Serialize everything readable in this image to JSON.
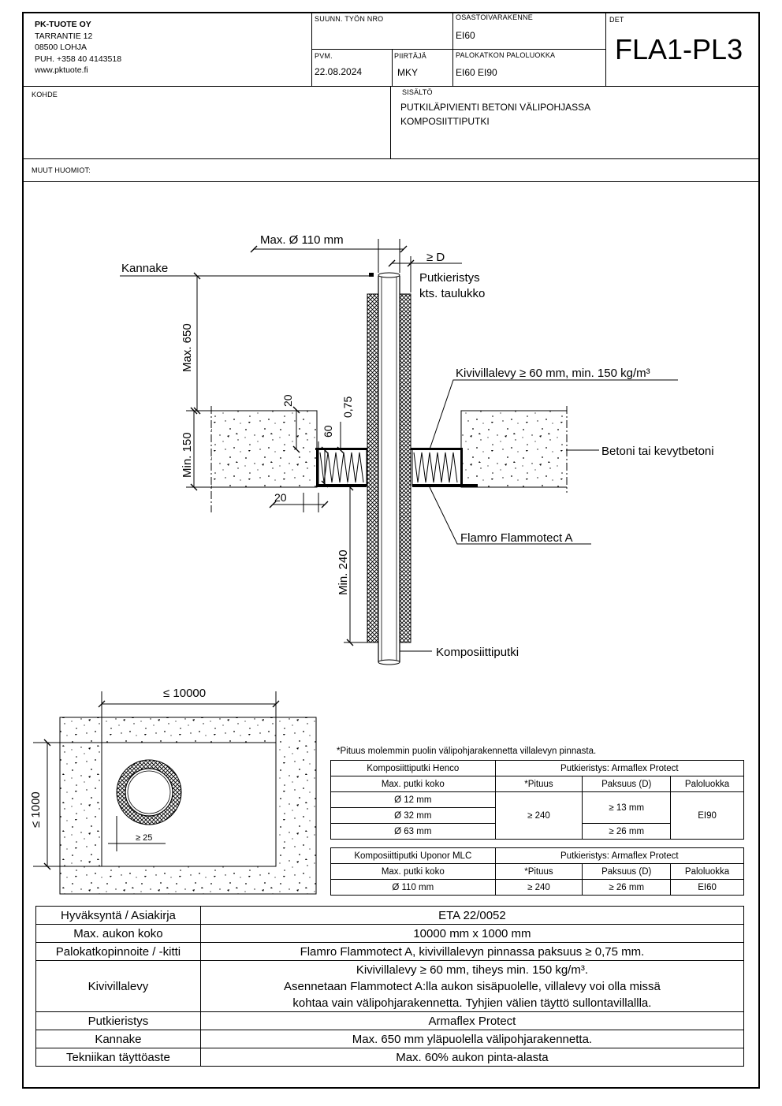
{
  "company": {
    "name": "PK-TUOTE OY",
    "address": "TARRANTIE 12",
    "city": "08500 LOHJA",
    "phone": "PUH. +358 40 4143518",
    "web": "www.pktuote.fi"
  },
  "header": {
    "suunn_label": "SUUNN. TYÖN NRO",
    "suunn_value": "",
    "osasto_label": "OSASTOIVARAKENNE",
    "osasto_value": "EI60",
    "det_label": "DET",
    "det_value": "FLA1-PL3",
    "pvm_label": "PVM.",
    "pvm_value": "22.08.2024",
    "piirtaja_label": "PIIRTÄJÄ",
    "piirtaja_value": "MKY",
    "palo_label": "PALOKATKON PALOLUOKKA",
    "palo_value": "EI60 EI90",
    "kohde_label": "KOHDE",
    "sisalto_label": "SISÄLTÖ",
    "sisalto_line1": "PUTKILÄPIVIENTI BETONI VÄLIPOHJASSA",
    "sisalto_line2": "KOMPOSIITTIPUTKI",
    "muut_label": "MUUT HUOMIOT:"
  },
  "drawing": {
    "max_diameter": "Max. Ø 110 mm",
    "min_d": "≥ D",
    "kannake": "Kannake",
    "putkieristys1": "Putkieristys",
    "putkieristys2": "kts. taulukko",
    "max650": "Max. 650",
    "kivivilla": "Kivivillalevy ≥ 60 mm, min. 150 kg/m³",
    "dim20a": "20",
    "dim075": "0,75",
    "dim60": "60",
    "min150": "Min. 150",
    "betoni": "Betoni tai kevytbetoni",
    "dim20b": "20",
    "flamro": "Flamro Flammotect A",
    "min240": "Min. 240",
    "komposiitti": "Komposiittiputki",
    "max_width": "≤ 10000",
    "max_height": "≤ 1000",
    "gap": "≥ 25"
  },
  "table_note": "*Pituus molemmin puolin välipohjarakennetta villalevyn pinnasta.",
  "table1": {
    "title_left": "Komposiittiputki Henco",
    "title_right": "Putkieristys: Armaflex Protect",
    "cols": [
      "Max. putki koko",
      "*Pituus",
      "Paksuus (D)",
      "Paloluokka"
    ],
    "sizes": [
      "Ø 12 mm",
      "Ø 32 mm",
      "Ø 63 mm"
    ],
    "pituus": "≥ 240",
    "paksuus1": "≥ 13 mm",
    "paksuus2": "≥ 26 mm",
    "luokka": "EI90"
  },
  "table2": {
    "title_left": "Komposiittiputki Uponor MLC",
    "title_right": "Putkieristys: Armaflex Protect",
    "cols": [
      "Max. putki koko",
      "*Pituus",
      "Paksuus (D)",
      "Paloluokka"
    ],
    "size": "Ø 110 mm",
    "pituus": "≥ 240",
    "paksuus": "≥ 26 mm",
    "luokka": "EI60"
  },
  "bottom_table": [
    {
      "label": "Hyväksyntä / Asiakirja",
      "value": [
        "ETA 22/0052"
      ]
    },
    {
      "label": "Max. aukon koko",
      "value": [
        "10000 mm x 1000 mm"
      ]
    },
    {
      "label": "Palokatkopinnoite / -kitti",
      "value": [
        "Flamro Flammotect A, kivivillalevyn pinnassa paksuus ≥ 0,75 mm."
      ]
    },
    {
      "label": "Kivivillalevy",
      "value": [
        "Kivivillalevy ≥ 60 mm, tiheys min. 150 kg/m³.",
        "Asennetaan Flammotect A:lla aukon sisäpuolelle, villalevy voi olla missä",
        "kohtaa vain välipohjarakennetta. Tyhjien välien täyttö sullontavillallla."
      ]
    },
    {
      "label": "Putkieristys",
      "value": [
        "Armaflex Protect"
      ]
    },
    {
      "label": "Kannake",
      "value": [
        "Max. 650 mm yläpuolella välipohjarakennetta."
      ]
    },
    {
      "label": "Tekniikan täyttöaste",
      "value": [
        "Max. 60% aukon pinta-alasta"
      ]
    }
  ]
}
